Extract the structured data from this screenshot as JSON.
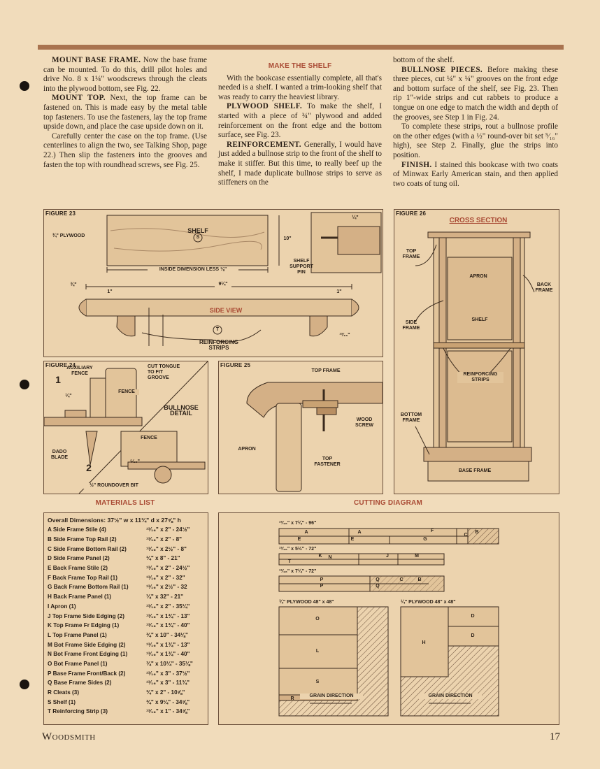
{
  "col1": {
    "p1_lead": "MOUNT BASE FRAME.",
    "p1_text": " Now the base frame can be mounted. To do this, drill pilot holes and drive No. 8 x 1¼\" woodscrews through the cleats into the plywood bottom, see Fig. 22.",
    "p2_lead": "MOUNT TOP.",
    "p2_text": " Next, the top frame can be fastened on. This is made easy by the metal table top fasteners. To use the fasteners, lay the top frame upside down, and place the case upside down on it.",
    "p3_text": "Carefully center the case on the top frame. (Use centerlines to align the two, see Talking Shop, page 22.) Then slip the fasteners into the grooves and fasten the top with roundhead screws, see Fig. 25."
  },
  "col2": {
    "heading": "MAKE THE SHELF",
    "p1_text": "With the bookcase essentially complete, all that's needed is a shelf. I wanted a trim-looking shelf that was ready to carry the heaviest library.",
    "p2_lead": "PLYWOOD SHELF.",
    "p2_text": " To make the shelf, I started with a piece of ¾\" plywood and added reinforcement on the front edge and the bottom surface, see Fig. 23.",
    "p3_lead": "REINFORCEMENT.",
    "p3_text": " Generally, I would have just added a bullnose strip to the front of the shelf to make it stiffer. But this time, to really beef up the shelf, I made duplicate bullnose strips to serve as stiffeners on the"
  },
  "col3": {
    "p0_text": "bottom of the shelf.",
    "p1_lead": "BULLNOSE PIECES.",
    "p1_text": " Before making these three pieces, cut ¼\" x ¼\" grooves on the front edge and bottom surface of the shelf, see Fig. 23. Then rip 1\"-wide strips and cut rabbets to produce a tongue on one edge to match the width and depth of the grooves, see Step 1 in Fig. 24.",
    "p2_text": "To complete these strips, rout a bullnose profile on the other edges (with a ½\" round-over bit set ⁵⁄₁₆\" high), see Step 2. Finally, glue the strips into position.",
    "p3_lead": "FINISH.",
    "p3_text": " I stained this bookcase with two coats of Minwax Early American stain, and then applied two coats of tung oil."
  },
  "fig23": {
    "label": "FIGURE 23",
    "plywood": "¾\" PLYWOOD",
    "shelf": "SHELF",
    "shelf_key": "S",
    "inside_dim": "INSIDE DIMENSION LESS ⅛\"",
    "ten": "10\"",
    "pin": "SHELF SUPPORT PIN",
    "quarter": "¼\"",
    "side_view": "SIDE VIEW",
    "nine": "9¼\"",
    "one": "1\"",
    "three_q": "¾\"",
    "thirteen": "¹³⁄₁₆\"",
    "reinforcing": "REINFORCING STRIPS",
    "strip_key": "T"
  },
  "fig24": {
    "label": "FIGURE 24",
    "aux": "AUXILIARY FENCE",
    "cut_tongue": "CUT TONGUE TO FIT GROOVE",
    "fence": "FENCE",
    "bullnose": "BULLNOSE DETAIL",
    "dado": "DADO BLADE",
    "step1": "1",
    "step2": "2",
    "roundover": "½\" ROUNDOVER BIT",
    "five16": "⁵⁄₁₆\"",
    "quarter": "¼\""
  },
  "fig25": {
    "label": "FIGURE 25",
    "top_frame": "TOP FRAME",
    "wood_screw": "WOOD SCREW",
    "apron": "APRON",
    "top_fastener": "TOP FASTENER"
  },
  "fig26": {
    "label": "FIGURE 26",
    "title": "CROSS SECTION",
    "top_frame": "TOP FRAME",
    "apron": "APRON",
    "back_frame": "BACK FRAME",
    "side_frame": "SIDE FRAME",
    "shelf": "SHELF",
    "reinforcing": "REINFORCING STRIPS",
    "bottom_frame": "BOTTOM FRAME",
    "base_frame": "BASE FRAME"
  },
  "materials": {
    "heading": "MATERIALS LIST",
    "overall": "Overall Dimensions: 37½\" w x 11¾\" d x 27⅝\" h",
    "items": [
      {
        "name": "A  Side Frame Stile (4)",
        "dim": "¹³⁄₁₆\" x 2\" - 24½\""
      },
      {
        "name": "B  Side Frame Top Rail (2)",
        "dim": "¹³⁄₁₆\" x 2\" - 8\""
      },
      {
        "name": "C  Side Frame Bottom Rail (2)",
        "dim": "¹³⁄₁₆\" x 2½\" - 8\""
      },
      {
        "name": "D  Side Frame Panel (2)",
        "dim": "¼\" x 8\" - 21\""
      },
      {
        "name": "E  Back Frame Stile (2)",
        "dim": "¹³⁄₁₆\" x 2\" - 24½\""
      },
      {
        "name": "F  Back Frame Top Rail (1)",
        "dim": "¹³⁄₁₆\" x 2\" - 32\""
      },
      {
        "name": "G  Back Frame Bottom Rail (1)",
        "dim": "¹³⁄₁₆\" x 2½\" - 32"
      },
      {
        "name": "H  Back Frame Panel (1)",
        "dim": "¼\" x 32\" - 21\""
      },
      {
        "name": "I  Apron (1)",
        "dim": "¹³⁄₁₆\" x 2\" - 35¼\""
      },
      {
        "name": "J  Top Frame Side Edging (2)",
        "dim": "¹³⁄₁₆\" x 1¾\" - 13\""
      },
      {
        "name": "K  Top Frame Fr Edging (1)",
        "dim": "¹³⁄₁₆\" x 1¾\" - 40\""
      },
      {
        "name": "L  Top Frame Panel (1)",
        "dim": "¾\" x 10\" - 34⅛\""
      },
      {
        "name": "M  Bot Frame Side Edging (2)",
        "dim": "¹³⁄₁₆\" x 1¾\" - 13\""
      },
      {
        "name": "N  Bot Frame Front Edging (1)",
        "dim": "¹³⁄₁₆\" x 1¾\" - 40\""
      },
      {
        "name": "O  Bot Frame Panel (1)",
        "dim": "¾\" x 10¼\" - 35⅛\""
      },
      {
        "name": "P  Base Frame Front/Back (2)",
        "dim": "¹³⁄₁₆\" x 3\" - 37½\""
      },
      {
        "name": "Q  Base Frame Sides (2)",
        "dim": "¹³⁄₁₆\" x 3\" - 11¾\""
      },
      {
        "name": "R  Cleats (3)",
        "dim": "¾\" x 2\" - 10⅞\""
      },
      {
        "name": "S  Shelf (1)",
        "dim": "¾\" x 9¼\" - 34⅝\""
      },
      {
        "name": "T  Reinforcing Strip (3)",
        "dim": "¹³⁄₁₆\" x 1\" - 34⅝\""
      }
    ]
  },
  "cutting": {
    "heading": "CUTTING DIAGRAM",
    "board1": "¹³⁄₁₆\" x 7¼\" - 96\"",
    "board2": "¹³⁄₁₆\" x 5½\" - 72\"",
    "board3": "¹³⁄₁₆\" x 7¼\" - 72\"",
    "ply34": "¾\" PLYWOOD 48\" x 48\"",
    "ply14": "¼\" PLYWOOD 48\" x 48\"",
    "grain": "GRAIN DIRECTION",
    "letters": {
      "A": "A",
      "B": "B",
      "C": "C",
      "D": "D",
      "E": "E",
      "F": "F",
      "G": "G",
      "H": "H",
      "J": "J",
      "K": "K",
      "L": "L",
      "M": "M",
      "N": "N",
      "O": "O",
      "P": "P",
      "Q": "Q",
      "R": "R",
      "S": "S",
      "T": "T"
    }
  },
  "footer": {
    "magazine": "Woodsmith",
    "page": "17"
  }
}
